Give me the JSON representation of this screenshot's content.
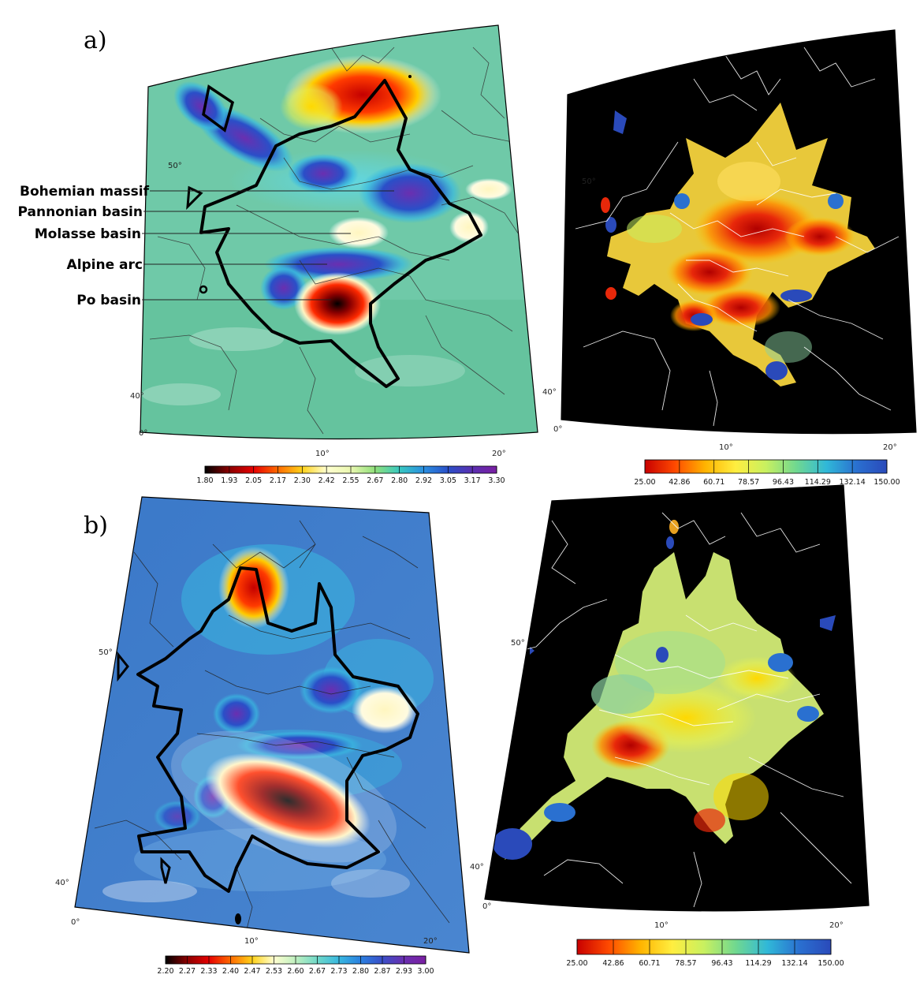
{
  "panels": {
    "a": {
      "label": "a)"
    },
    "b": {
      "label": "b)"
    }
  },
  "annotations": [
    {
      "id": "bohemian",
      "text": "Bohemian massif"
    },
    {
      "id": "pannonian",
      "text": "Pannonian basin"
    },
    {
      "id": "molasse",
      "text": "Molasse basin"
    },
    {
      "id": "alpine",
      "text": "Alpine arc"
    },
    {
      "id": "po",
      "text": "Po basin"
    }
  ],
  "map_ticks": {
    "lon": [
      "0°",
      "10°",
      "20°"
    ],
    "lat": [
      "40°",
      "50°"
    ]
  },
  "colorbars": {
    "a_left": {
      "colors": [
        "#000000",
        "#8b0000",
        "#e60000",
        "#ff6a00",
        "#ffd21a",
        "#ffffd0",
        "#eaf7b0",
        "#8fe07a",
        "#38c8c0",
        "#2a8fe0",
        "#2a4fc8",
        "#5a2fb0",
        "#7a1fa2"
      ],
      "ticks": [
        "1.80",
        "1.93",
        "2.05",
        "2.17",
        "2.30",
        "2.42",
        "2.55",
        "2.67",
        "2.80",
        "2.92",
        "3.05",
        "3.17",
        "3.30"
      ]
    },
    "a_right": {
      "colors": [
        "#c80000",
        "#ff4a00",
        "#ffb400",
        "#ffee40",
        "#c8f060",
        "#70d890",
        "#30b8d8",
        "#2a70d0",
        "#2a4aba"
      ],
      "ticks": [
        "25.00",
        "42.86",
        "60.71",
        "78.57",
        "96.43",
        "114.29",
        "132.14",
        "150.00"
      ]
    },
    "b_left": {
      "colors": [
        "#000000",
        "#8b0000",
        "#e60000",
        "#ff6a00",
        "#ffd21a",
        "#ffffd0",
        "#bff0c0",
        "#6fd8c8",
        "#38b8e0",
        "#2a80e0",
        "#3a4fc8",
        "#6a2fb0",
        "#7a1fa2"
      ],
      "ticks": [
        "2.20",
        "2.27",
        "2.33",
        "2.40",
        "2.47",
        "2.53",
        "2.60",
        "2.67",
        "2.73",
        "2.80",
        "2.87",
        "2.93",
        "3.00"
      ]
    },
    "b_right": {
      "colors": [
        "#c80000",
        "#ff4a00",
        "#ffb400",
        "#ffee40",
        "#c8f060",
        "#70d890",
        "#30b8d8",
        "#2a70d0",
        "#2a4aba"
      ],
      "ticks": [
        "25.00",
        "42.86",
        "60.71",
        "78.57",
        "96.43",
        "114.29",
        "132.14",
        "150.00"
      ]
    }
  },
  "colors": {
    "low_background": "#6fc9a8",
    "blue_background": "#3a78c8",
    "mask": "#000000",
    "outline": "#000000",
    "borders_dark": "#333333",
    "borders_light": "#ffffff"
  }
}
